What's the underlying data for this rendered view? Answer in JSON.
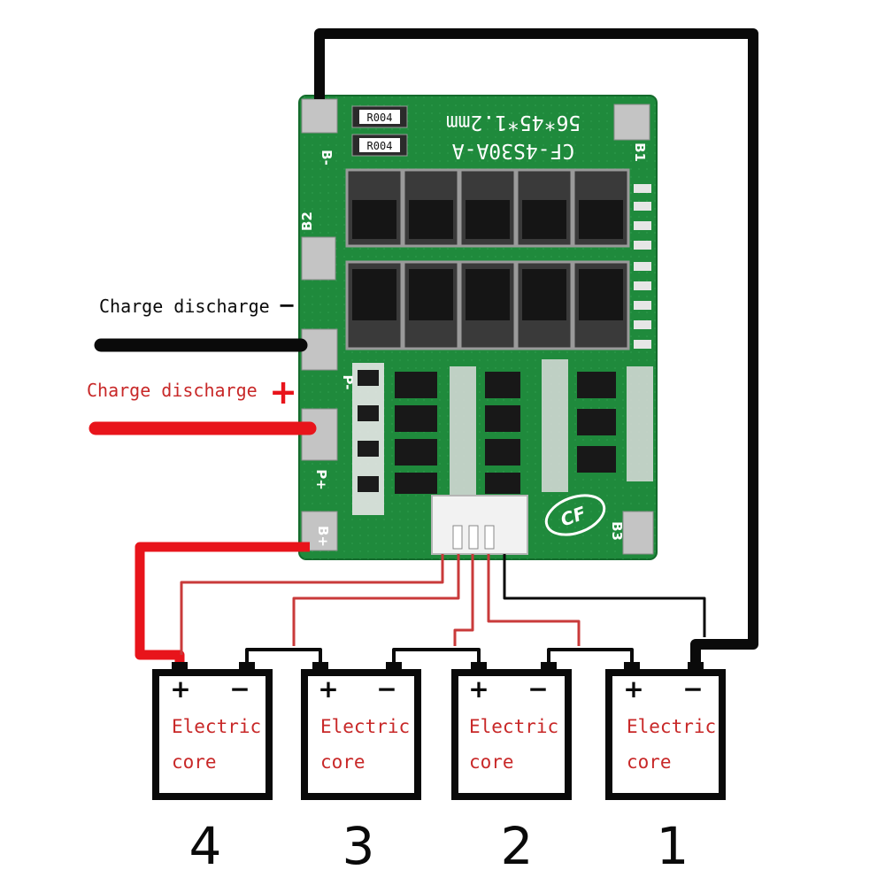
{
  "diagram": {
    "board": {
      "model_line": "CF-4S30A-A",
      "size_line": "56*45*1.2mm",
      "resistor_label": "R004",
      "pad_labels": {
        "b_minus": "B-",
        "b1": "B1",
        "b2": "B2",
        "b3": "B3",
        "p_minus": "P-",
        "p_plus": "P+",
        "b_plus": "B+"
      },
      "logo_text": "CF"
    },
    "leads": {
      "negative_label": "Charge discharge",
      "negative_sign": "−",
      "positive_label": "Charge discharge",
      "positive_sign": "+"
    },
    "cells": [
      {
        "number": "4",
        "plus": "+",
        "minus": "−",
        "line1": "Electric",
        "line2": "core"
      },
      {
        "number": "3",
        "plus": "+",
        "minus": "−",
        "line1": "Electric",
        "line2": "core"
      },
      {
        "number": "2",
        "plus": "+",
        "minus": "−",
        "line1": "Electric",
        "line2": "core"
      },
      {
        "number": "1",
        "plus": "+",
        "minus": "−",
        "line1": "Electric",
        "line2": "core"
      }
    ],
    "colors": {
      "wire_black": "#0a0a0a",
      "wire_red": "#e8141b",
      "sense_red": "#c93a3a",
      "label_red": "#c82828",
      "board_green": "#1f8a3c",
      "pad_silver": "#c4c4c4"
    }
  }
}
